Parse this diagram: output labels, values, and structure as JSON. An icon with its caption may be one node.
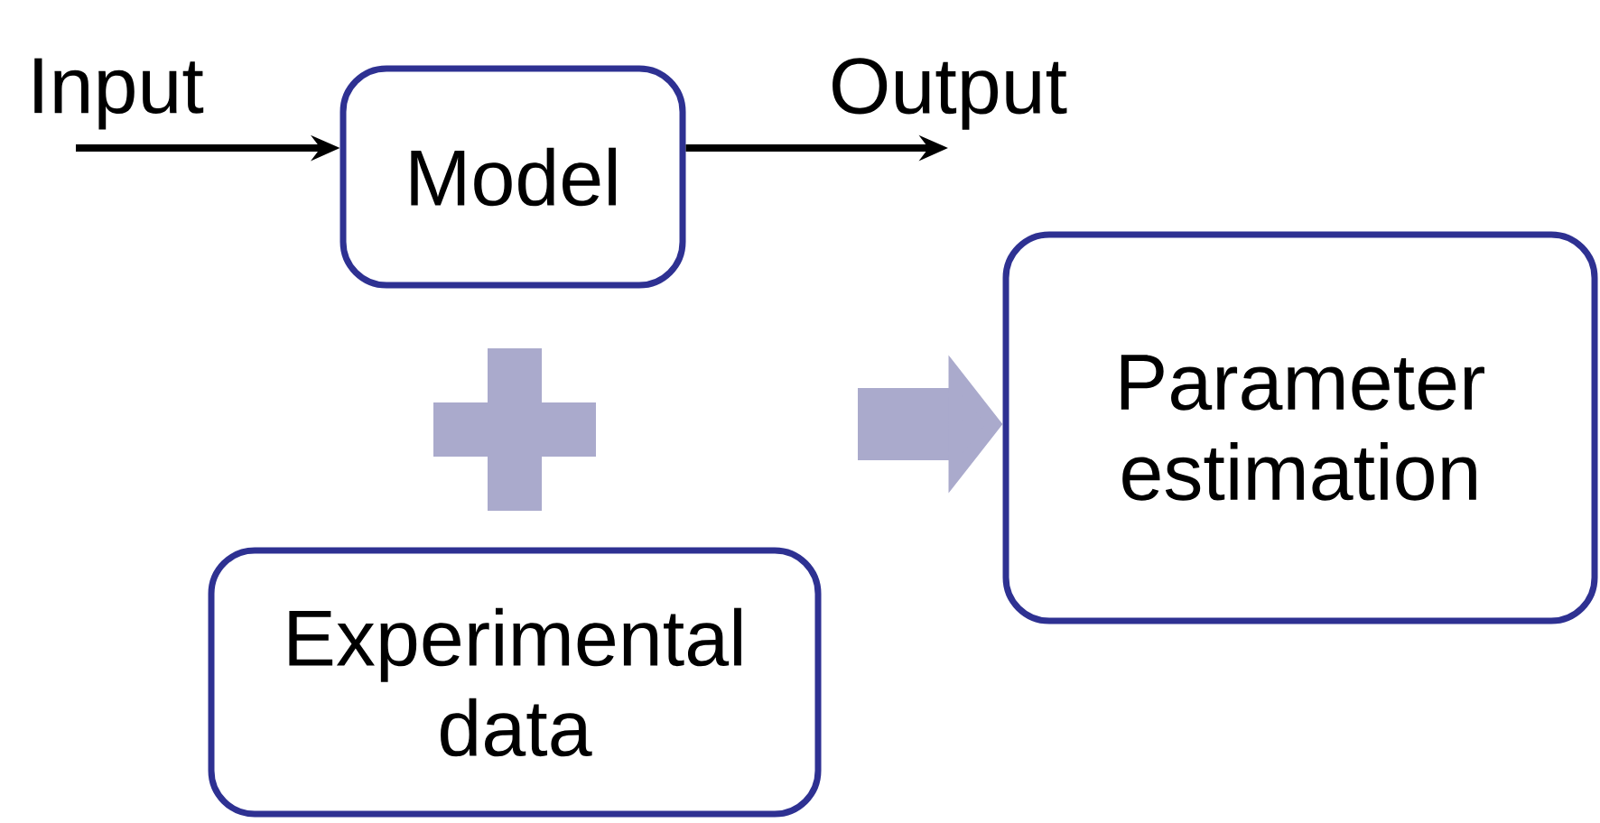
{
  "diagram": {
    "nodes": [
      {
        "text": [
          "Model"
        ]
      },
      {
        "text": [
          "Experimental data"
        ]
      },
      {
        "text": [
          "Parameter estimation"
        ]
      }
    ],
    "edges": [
      {
        "from": null,
        "to": 0,
        "arrow": "to",
        "label": "Input"
      },
      {
        "from": 0,
        "to": null,
        "arrow": "to",
        "label": "Output"
      },
      {
        "from": null,
        "to": 2,
        "arrow": "to",
        "style": "thick",
        "color": "#aaaacc"
      }
    ]
  }
}
